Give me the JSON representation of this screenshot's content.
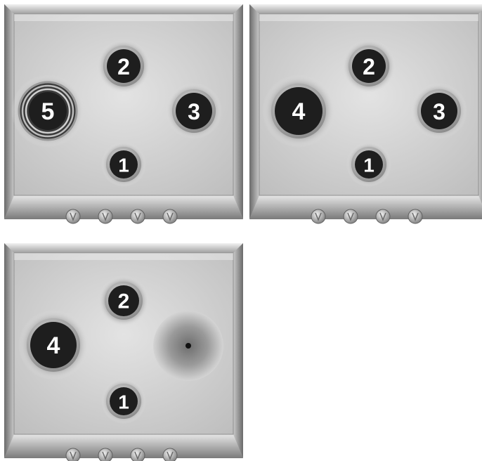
{
  "figure": {
    "panels": [
      {
        "id": "hob-a",
        "burners": [
          {
            "label": "2",
            "kind": "burner"
          },
          {
            "label": "5",
            "kind": "wok"
          },
          {
            "label": "3",
            "kind": "burner"
          },
          {
            "label": "1",
            "kind": "burner"
          }
        ],
        "knob_count": 4
      },
      {
        "id": "hob-b",
        "burners": [
          {
            "label": "2",
            "kind": "burner"
          },
          {
            "label": "4",
            "kind": "burner"
          },
          {
            "label": "3",
            "kind": "burner"
          },
          {
            "label": "1",
            "kind": "burner"
          }
        ],
        "knob_count": 4
      },
      {
        "id": "hob-c",
        "burners": [
          {
            "label": "2",
            "kind": "burner"
          },
          {
            "label": "4",
            "kind": "burner"
          },
          {
            "label": "",
            "kind": "radiant"
          },
          {
            "label": "1",
            "kind": "burner"
          }
        ],
        "knob_count": 4
      }
    ],
    "colors": {
      "steel_light": "#d9d9d9",
      "steel_mid": "#b9b9b9",
      "steel_dark": "#6f6f6f",
      "burner_cap": "#1e1e1e",
      "label": "#ffffff"
    }
  }
}
